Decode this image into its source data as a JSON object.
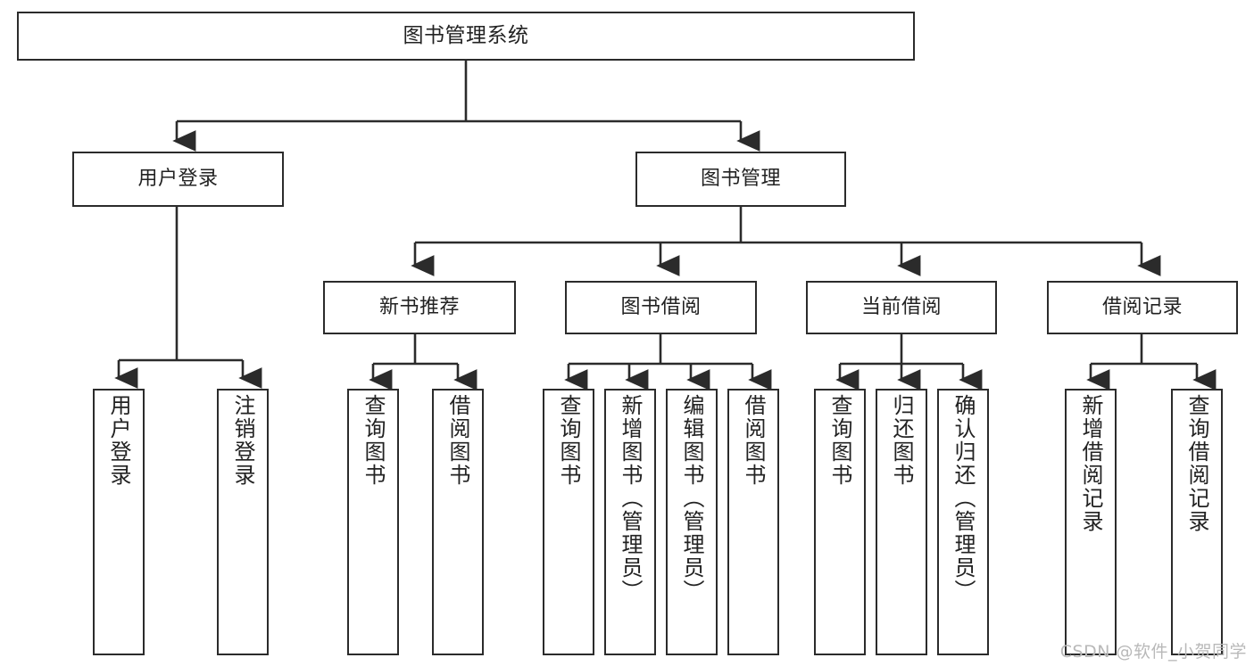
{
  "diagram": {
    "title": "图书管理系统",
    "type": "tree-structure-chart",
    "watermark": "CSDN @软件_小贺同学",
    "colors": {
      "box_border": "#2b2b2b",
      "box_fill": "#ffffff",
      "connector": "#2b2b2b",
      "text": "#222222",
      "watermark": "#b9b9b9"
    },
    "nodes": {
      "root": "图书管理系统",
      "level1": [
        "用户登录",
        "图书管理"
      ],
      "level2": [
        "新书推荐",
        "图书借阅",
        "当前借阅",
        "借阅记录"
      ],
      "leaves": {
        "user_login": [
          "用户登录",
          "注销登录"
        ],
        "new_book_recommend": [
          "查询图书",
          "借阅图书"
        ],
        "book_borrow": [
          "查询图书",
          "新增图书（管理员）",
          "编辑图书（管理员）",
          "借阅图书"
        ],
        "current_borrow": [
          "查询图书",
          "归还图书",
          "确认归还（管理员）"
        ],
        "borrow_record": [
          "新增借阅记录",
          "查询借阅记录"
        ]
      }
    }
  }
}
